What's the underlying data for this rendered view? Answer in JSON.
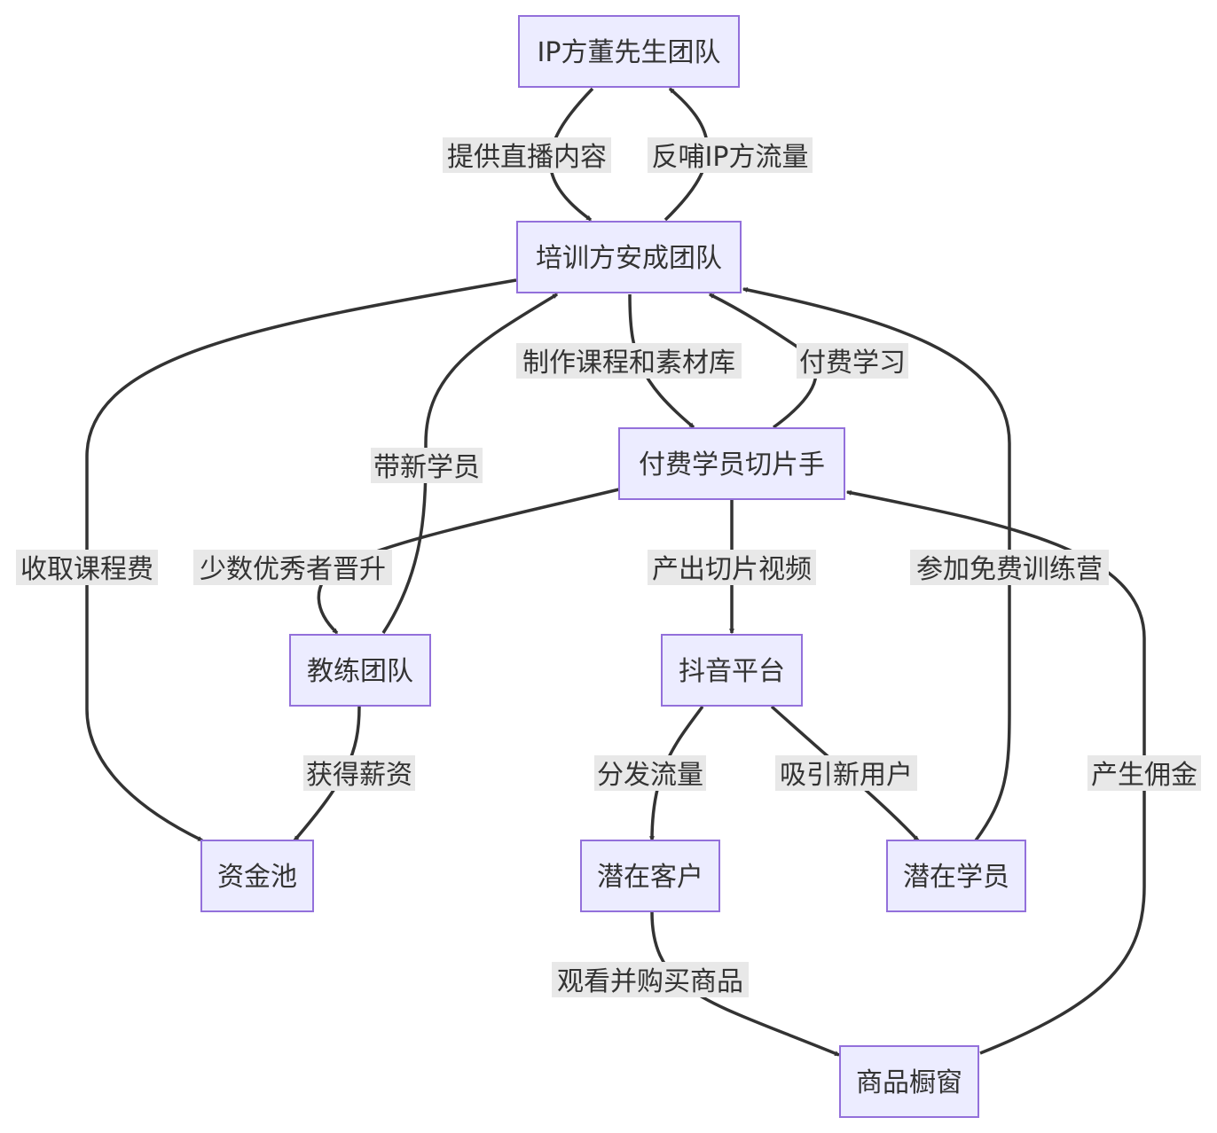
{
  "nodes": {
    "ip_team": "IP方董先生团队",
    "training_team": "培训方安成团队",
    "paid_clipper": "付费学员切片手",
    "coach_team": "教练团队",
    "fund_pool": "资金池",
    "douyin": "抖音平台",
    "potential_customer": "潜在客户",
    "potential_student": "潜在学员",
    "showcase": "商品橱窗"
  },
  "edges": {
    "provide_live": "提供直播内容",
    "feedback_traffic": "反哺IP方流量",
    "make_courses": "制作课程和素材库",
    "paid_learning": "付费学习",
    "collect_fee": "收取课程费",
    "bring_students": "带新学员",
    "promote": "少数优秀者晋升",
    "produce_clips": "产出切片视频",
    "join_camp": "参加免费训练营",
    "get_salary": "获得薪资",
    "distribute_traffic": "分发流量",
    "attract_users": "吸引新用户",
    "buy_goods": "观看并购买商品",
    "commission": "产生佣金"
  }
}
